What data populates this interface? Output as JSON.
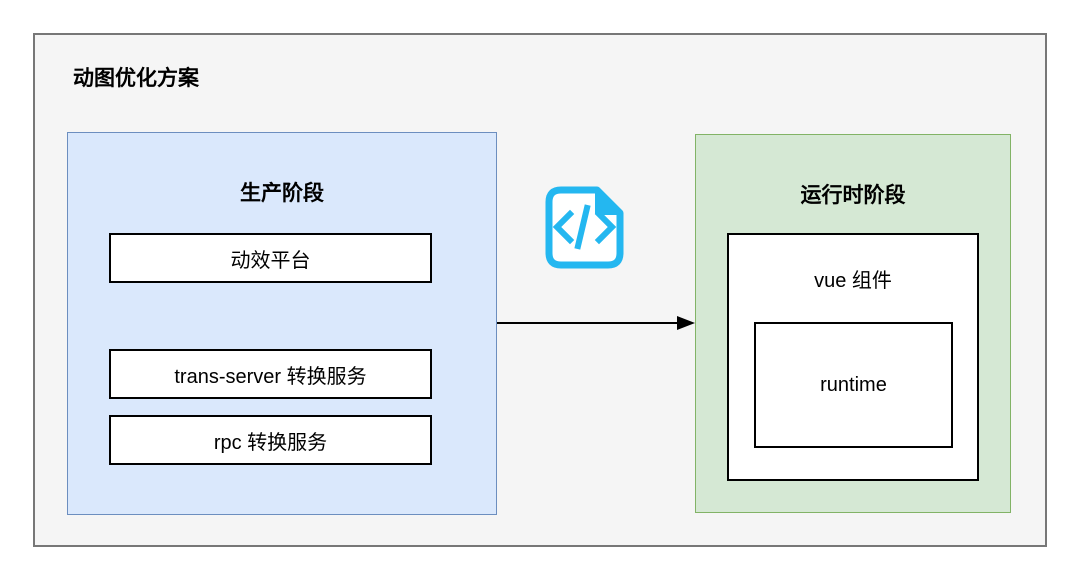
{
  "title": "动图优化方案",
  "production": {
    "title": "生产阶段",
    "nodes": [
      "动效平台",
      "trans-server 转换服务",
      "rpc 转换服务"
    ]
  },
  "runtime": {
    "title": "运行时阶段",
    "component": "vue 组件",
    "inner": "runtime"
  },
  "connector": {
    "type": "arrow",
    "icon": "code-file-icon"
  },
  "colors": {
    "frame_background": "#f5f5f5",
    "frame_border": "#777777",
    "production_fill": "#dae8fc",
    "production_stroke": "#6c8ebf",
    "runtime_fill": "#d5e8d4",
    "runtime_stroke": "#82b366",
    "node_fill": "#ffffff",
    "node_stroke": "#000000",
    "arrow": "#000000",
    "code_icon": "#24b7f0"
  }
}
